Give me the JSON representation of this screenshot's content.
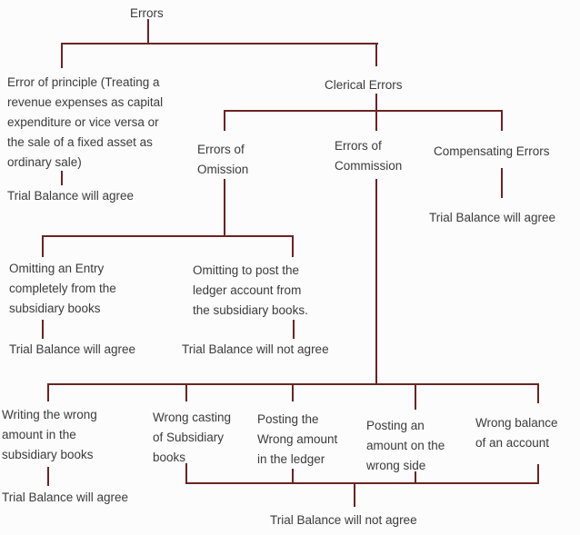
{
  "colors": {
    "line": "#6b2424",
    "text": "#3b3b3b",
    "background": "#fcfcfc"
  },
  "nodes": {
    "root": "Errors",
    "principle": "Error of principle (Treating a\nrevenue expenses as capital\nexpenditure or vice versa or\nthe sale of a fixed asset as\nordinary sale)",
    "principle_result": "Trial Balance will agree",
    "clerical": "Clerical Errors",
    "omission": "Errors of\nOmission",
    "commission": "Errors of\nCommission",
    "compensating": "Compensating Errors",
    "compensating_result": "Trial Balance will agree",
    "omission_children": {
      "omit_entry": "Omitting an Entry\ncompletely from the\nsubsidiary books",
      "omit_entry_result": "Trial Balance will agree",
      "omit_post": "Omitting to post the\nledger account from\nthe subsidiary books.",
      "omit_post_result": "Trial Balance will not agree"
    },
    "commission_children": {
      "writing_wrong_amount": "Writing the wrong\namount in the\nsubsidiary books",
      "writing_wrong_amount_result": "Trial Balance will agree",
      "wrong_casting": "Wrong casting\nof Subsidiary\nbooks",
      "posting_wrong_amount": "Posting the\nWrong amount\nin the ledger",
      "posting_wrong_side": "Posting an\namount on the\nwrong side",
      "wrong_balance": "Wrong balance\nof an account",
      "group_result": "Trial Balance will not agree"
    }
  }
}
